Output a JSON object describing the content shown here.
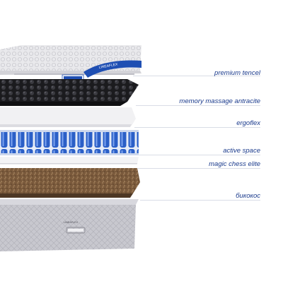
{
  "brand": {
    "badge_text": "LINEAFLEX",
    "tape_text": "LINEAFLEX",
    "base_tag": "LINEAFLEX"
  },
  "layers": [
    {
      "id": "premium-tencel",
      "label": "premium tencel"
    },
    {
      "id": "memory-massage-antracite",
      "label": "memory massage antracite"
    },
    {
      "id": "ergoflex",
      "label": "ergoflex"
    },
    {
      "id": "active-space",
      "label": "active space"
    },
    {
      "id": "magic-chess-elite",
      "label": "magic chess elite"
    },
    {
      "id": "bikokos",
      "label": "бикокос"
    }
  ],
  "colors": {
    "label": "#1a3a8c",
    "brand_blue": "#1f4fb3",
    "leader_line": "#d9dde6"
  }
}
